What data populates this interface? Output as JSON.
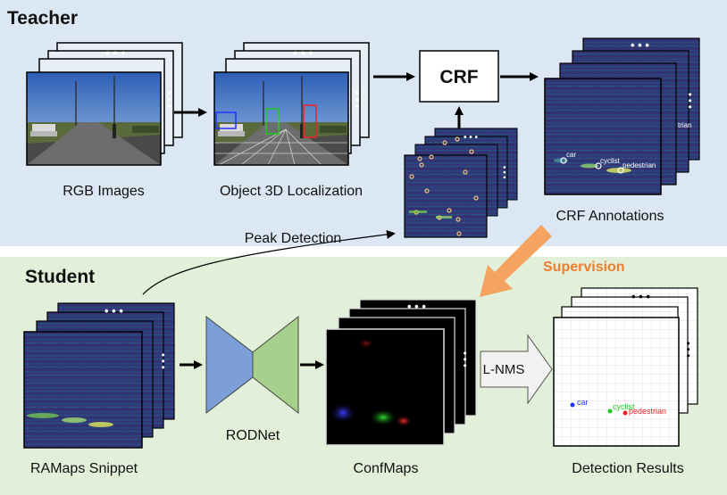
{
  "teacher": {
    "title": "Teacher",
    "rgb_label": "RGB Images",
    "loc_label": "Object 3D Localization",
    "crf_label": "CRF",
    "crf_annot_label": "CRF Annotations",
    "peak_label": "Peak Detection",
    "ann_car": "car",
    "ann_cyclist": "cyclist",
    "ann_pedestrian": "pedestrian",
    "ann_clip": "trian"
  },
  "student": {
    "title": "Student",
    "supervision_label": "Supervision",
    "ramaps_label": "RAMaps Snippet",
    "rodnet_label": "RODNet",
    "confmaps_label": "ConfMaps",
    "lnms_label": "L-NMS",
    "detection_label": "Detection Results",
    "det_car": "car",
    "det_cyclist": "cyclist",
    "det_pedestrian": "pedestrian"
  },
  "colors": {
    "teacher_bg": "#dce7f4",
    "student_bg": "#e2efd9",
    "supervision": "#f4a460",
    "encoder": "#7b9fd6",
    "decoder": "#a8d08d",
    "car": "#2233ff",
    "cyclist": "#22cc22",
    "pedestrian": "#ee2222"
  },
  "icons": {
    "stack_ellipsis": "ellipsis-icon",
    "arrow": "arrow-right-icon"
  }
}
